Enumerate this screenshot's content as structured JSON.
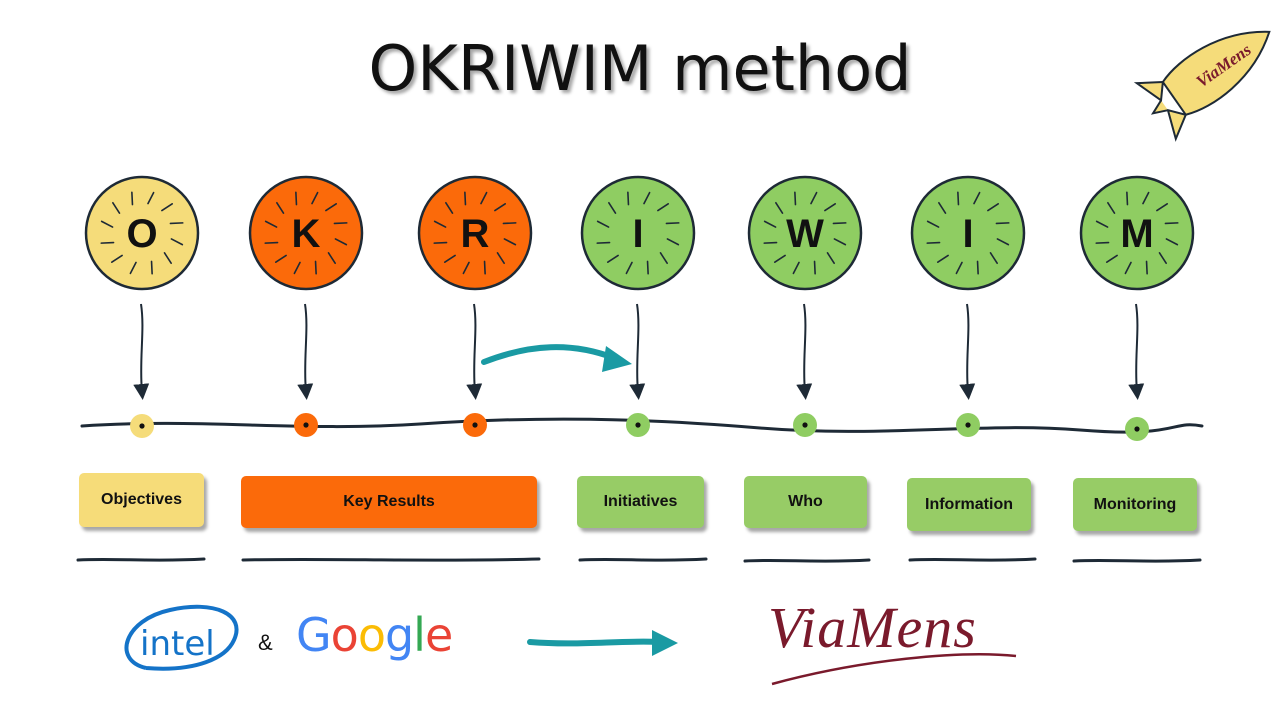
{
  "title": "OKRIWIM method",
  "nodes": [
    {
      "letter": "O",
      "color": "#f5dc7a"
    },
    {
      "letter": "K",
      "color": "#fb6a0a"
    },
    {
      "letter": "R",
      "color": "#fb6a0a"
    },
    {
      "letter": "I",
      "color": "#8fcd62"
    },
    {
      "letter": "W",
      "color": "#8fcd62"
    },
    {
      "letter": "I",
      "color": "#8fcd62"
    },
    {
      "letter": "M",
      "color": "#8fcd62"
    }
  ],
  "labels": [
    {
      "text": "Objectives",
      "color": "#f6dc79"
    },
    {
      "text": "Key Results",
      "color": "#fb6a0a"
    },
    {
      "text": "Initiatives",
      "color": "#97cc66"
    },
    {
      "text": "Who",
      "color": "#97cc66"
    },
    {
      "text": "Information",
      "color": "#97cc66"
    },
    {
      "text": "Monitoring",
      "color": "#97cc66"
    }
  ],
  "logos": {
    "intel": "intel",
    "ampersand": "&",
    "google": [
      "G",
      "o",
      "o",
      "g",
      "l",
      "e"
    ],
    "google_colors": [
      "#4285f4",
      "#ea4335",
      "#fbbc05",
      "#4285f4",
      "#34a853",
      "#ea4335"
    ],
    "viamens": "ViaMens",
    "rocket_text": "ViaMens"
  },
  "colors": {
    "teal_arrow": "#1a9aa3",
    "intel_blue": "#1473c8",
    "viamens_red": "#7a1a2c",
    "rocket_fill": "#f5dc7a"
  }
}
